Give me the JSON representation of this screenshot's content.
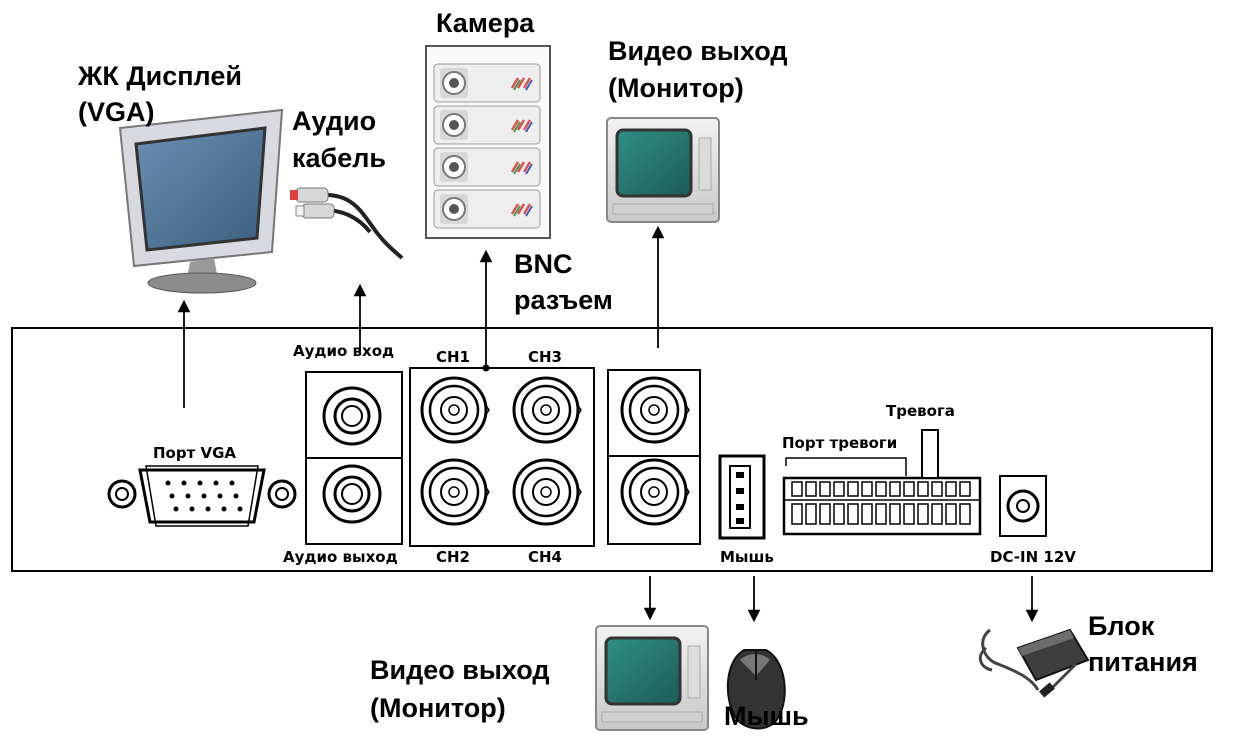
{
  "labels": {
    "lcd_display_line1": "ЖК Дисплей",
    "lcd_display_line2": "(VGA)",
    "audio_cable_line1": "Аудио",
    "audio_cable_line2": "кабель",
    "camera": "Камера",
    "video_out_top_line1": "Видео выход",
    "video_out_top_line2": "(Монитор)",
    "bnc_line1": "BNC",
    "bnc_line2": "разъем",
    "video_out_bottom_line1": "Видео выход",
    "video_out_bottom_line2": "(Монитор)",
    "mouse_bottom": "Мышь",
    "power_line1": "Блок",
    "power_line2": "питания"
  },
  "panel": {
    "vga_port": "Порт VGA",
    "audio_in": "Аудио вход",
    "audio_out": "Аудио выход",
    "ch1": "CH1",
    "ch2": "CH2",
    "ch3": "CH3",
    "ch4": "CH4",
    "alarm": "Тревога",
    "alarm_port": "Порт тревоги",
    "mouse": "Мышь",
    "dc_in": "DC-IN 12V"
  },
  "icons": [
    "lcd-monitor-icon",
    "rca-cable-icon",
    "camera-icon",
    "crt-monitor-icon",
    "mouse-icon",
    "power-adapter-icon",
    "bnc-connector-icon",
    "vga-connector-icon",
    "usb-port-icon",
    "terminal-block-icon",
    "dc-jack-icon"
  ]
}
